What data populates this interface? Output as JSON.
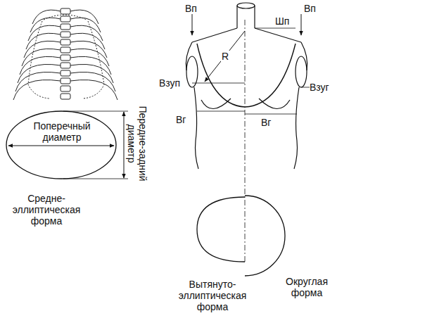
{
  "diagram": {
    "labels": [
      "Поперечный диаметр",
      "Передне-задний диаметр",
      "Средне-эллиптическая форма",
      "Вп",
      "Вп",
      "Шп",
      "R",
      "Взуп",
      "Взуг",
      "Вг",
      "Вг",
      "Вытянуто-эллиптическая форма",
      "Округлая форма"
    ]
  }
}
